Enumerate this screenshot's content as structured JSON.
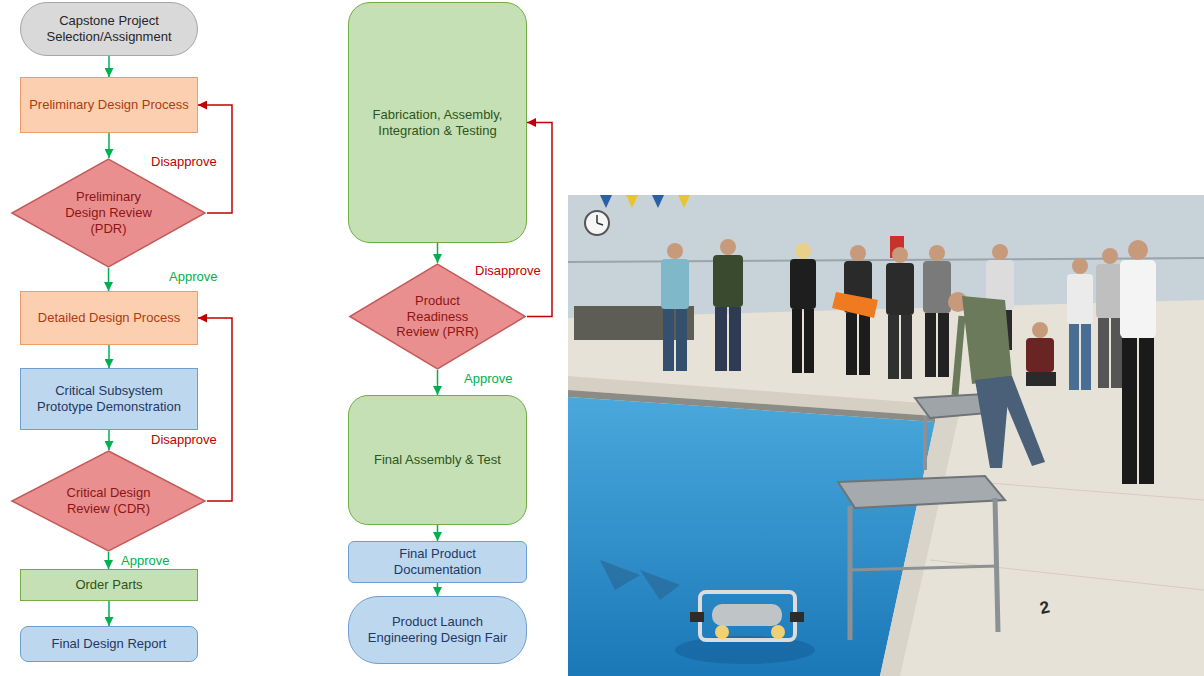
{
  "diagram": {
    "nodes": [
      {
        "text": [
          "Capstone Project Selection/Assignment"
        ]
      },
      {
        "text": [
          "Preliminary Design Process"
        ]
      },
      {
        "text": [
          "Preliminary Design Review (PDR)"
        ]
      },
      {
        "text": [
          "Detailed Design Process"
        ]
      },
      {
        "text": [
          "Critical Subsystem Prototype Demonstration"
        ]
      },
      {
        "text": [
          "Critical Design Review (CDR)"
        ]
      },
      {
        "text": [
          "Order Parts"
        ]
      },
      {
        "text": [
          "Final Design Report"
        ]
      },
      {
        "text": [
          "Fabrication, Assembly, Integration & Testing"
        ]
      },
      {
        "text": [
          "Product Readiness Review (PRR)"
        ]
      },
      {
        "text": [
          "Final Assembly & Test"
        ]
      },
      {
        "text": [
          "Final Product Documentation"
        ]
      },
      {
        "text": [
          "Product Launch Engineering Design Fair"
        ]
      }
    ],
    "edges": [
      {
        "from": 0,
        "to": 1,
        "arrow": "to"
      },
      {
        "from": 1,
        "to": 2,
        "arrow": "to"
      },
      {
        "from": 2,
        "to": 1,
        "label": "Disapprove",
        "arrow": "to"
      },
      {
        "from": 2,
        "to": 3,
        "label": "Approve",
        "arrow": "to"
      },
      {
        "from": 3,
        "to": 4,
        "arrow": "to"
      },
      {
        "from": 4,
        "to": 5,
        "arrow": "to"
      },
      {
        "from": 5,
        "to": 3,
        "label": "Disapprove",
        "arrow": "to"
      },
      {
        "from": 5,
        "to": 6,
        "label": "Approve",
        "arrow": "to"
      },
      {
        "from": 6,
        "to": 7,
        "arrow": "to"
      },
      {
        "from": 8,
        "to": 9,
        "arrow": "to"
      },
      {
        "from": 9,
        "to": 8,
        "label": "Disapprove",
        "arrow": "to"
      },
      {
        "from": 9,
        "to": 10,
        "label": "Approve",
        "arrow": "to"
      },
      {
        "from": 10,
        "to": 11,
        "arrow": "to"
      },
      {
        "from": 11,
        "to": 12,
        "arrow": "to"
      }
    ],
    "labels": [
      "2"
    ]
  }
}
